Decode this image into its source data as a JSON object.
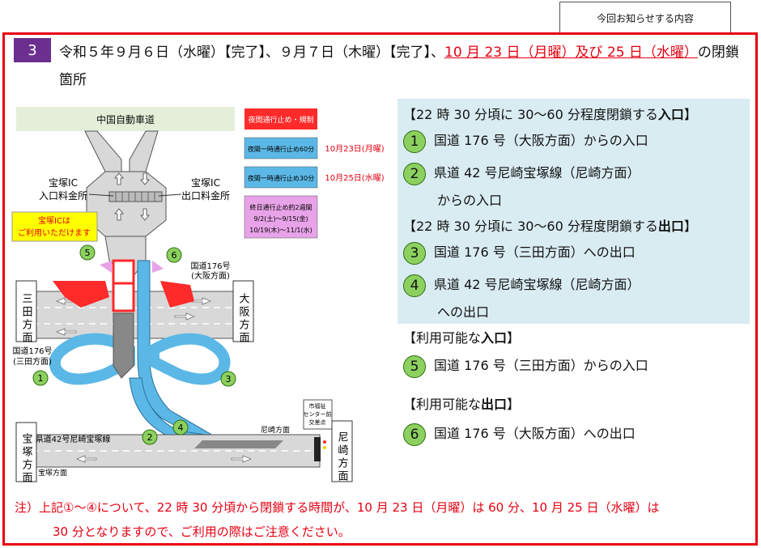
{
  "notice_tab": "今回お知らせする内容",
  "section_number": "3",
  "header": {
    "part1": "令和５年９月６日（水曜）【完了】、９月７日（木曜）【完了】、",
    "part2_red": "10 月 23 日（月曜）及び 25 日（水曜）",
    "part3": "の閉鎖",
    "line2": "箇所"
  },
  "diagram": {
    "expressway": "中国自動車道",
    "entrance_booth": [
      "宝塚IC",
      "入口料金所"
    ],
    "exit_booth": [
      "宝塚IC",
      "出口料金所"
    ],
    "available_notice": [
      "宝塚ICは",
      "ご利用いただけます"
    ],
    "route176_osaka": [
      "国道176号",
      "(大阪方面)"
    ],
    "route176_sanda": [
      "国道176号",
      "(三田方面)"
    ],
    "sanda_dir": "三田方面",
    "osaka_dir": "大阪方面",
    "takarazuka_dir": "宝塚方面",
    "amagasaki_dir": "尼崎方面",
    "amagasaki_small": "尼崎方面",
    "takarazuka_small": "宝塚方面",
    "prefectural_road": "県道42号尼崎宝塚線",
    "intersection": [
      "市福祉",
      "センター前",
      "交差点"
    ],
    "markers": [
      "1",
      "2",
      "3",
      "4",
      "5",
      "6"
    ],
    "legend": {
      "red_label": "夜間通行止め・規制",
      "blue60_label": "夜間一時通行止め60分",
      "blue60_date": "10月23日(月曜)",
      "blue30_label": "夜間一時通行止め30分",
      "blue30_date": "10月25日(水曜)",
      "pink_lines": [
        "終日通行止め約2週間",
        "9/2(土)～9/15(金)",
        "10/19(木)～11/1(水)"
      ]
    },
    "colors": {
      "red": "#ff2a2a",
      "blue": "#5bb8e6",
      "pink": "#e8a3e8",
      "green": "#8cd05f",
      "expressway_bg": "#e4eed8",
      "yellow": "#ffff00",
      "purple": "#6c2f8f",
      "frame_red": "#e60012"
    }
  },
  "info": {
    "closed_entrance_heading_pre": "【22 時 30 分頃に 30～60 分程度閉鎖する",
    "closed_entrance_heading_bold": "入口",
    "closed_entrance_heading_post": "】",
    "item1": "国道 176 号（大阪方面）からの入口",
    "item2": "県道 42 号尼崎宝塚線（尼崎方面）",
    "item2b": "からの入口",
    "closed_exit_heading_pre": "【22 時 30 分頃に 30～60 分程度閉鎖する",
    "closed_exit_heading_bold": "出口",
    "closed_exit_heading_post": "】",
    "item3": "国道 176 号（三田方面）への出口",
    "item4": "県道 42 号尼崎宝塚線（尼崎方面）",
    "item4b": "への出口",
    "avail_entrance_heading_pre": "【利用可能な",
    "avail_entrance_heading_bold": "入口",
    "avail_entrance_heading_post": "】",
    "item5": "国道 176 号（三田方面）からの入口",
    "avail_exit_heading_pre": "【利用可能な",
    "avail_exit_heading_bold": "出口",
    "avail_exit_heading_post": "】",
    "item6": "国道 176 号（大阪方面）への出口",
    "circle_labels": [
      "1",
      "2",
      "3",
      "4",
      "5",
      "6"
    ]
  },
  "note": {
    "line1": "注）上記①～④について、22 時 30 分頃から閉鎖する時間が、10 月 23 日（月曜）は 60 分、10 月 25 日（水曜）は",
    "line2": "30 分となりますので、ご利用の際はご注意ください。"
  }
}
